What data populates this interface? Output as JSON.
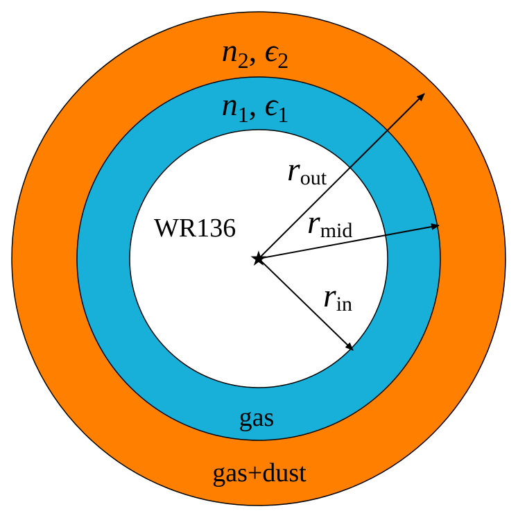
{
  "diagram": {
    "colors": {
      "outer_shell": "#FF8000",
      "inner_shell": "#18B0D8",
      "cavity": "#FFFFFF",
      "stroke": "#000000"
    },
    "labels": {
      "outer_n": "n",
      "outer_n_sub": "2",
      "outer_eps": "ϵ",
      "outer_eps_sub": "2",
      "inner_n": "n",
      "inner_n_sub": "1",
      "inner_eps": "ϵ",
      "inner_eps_sub": "1",
      "comma": ", ",
      "star_name": "WR136",
      "r": "r",
      "r_out_sub": "out",
      "r_mid_sub": "mid",
      "r_in_sub": "in",
      "inner_material": "gas",
      "outer_material": "gas+dust"
    },
    "star_symbol": "★"
  }
}
